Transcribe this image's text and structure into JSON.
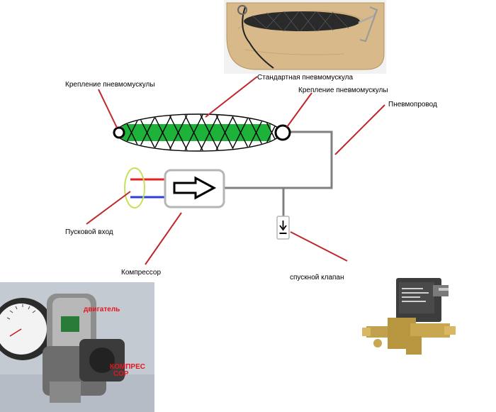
{
  "labels": {
    "mount_left": "Крепление пневмомускулы",
    "standard_muscle": "Стандартная пневмомускула",
    "mount_right": "Крепление пневмомускулы",
    "air_line": "Пневмопровод",
    "start_input": "Пусковой вход",
    "compressor": "Компрессор",
    "release_valve": "спускной клапан"
  },
  "photo_compressor": {
    "motor_label": "двигатель",
    "compressor_label_1": "КОМПРЕС",
    "compressor_label_2": "СОР"
  },
  "colors": {
    "leader_line": "#c0272d",
    "muscle_fill": "#1db33a",
    "wire_red": "#e52222",
    "wire_blue": "#2b3fd6",
    "tube": "#808080",
    "input_ring": "#c8df5a"
  }
}
